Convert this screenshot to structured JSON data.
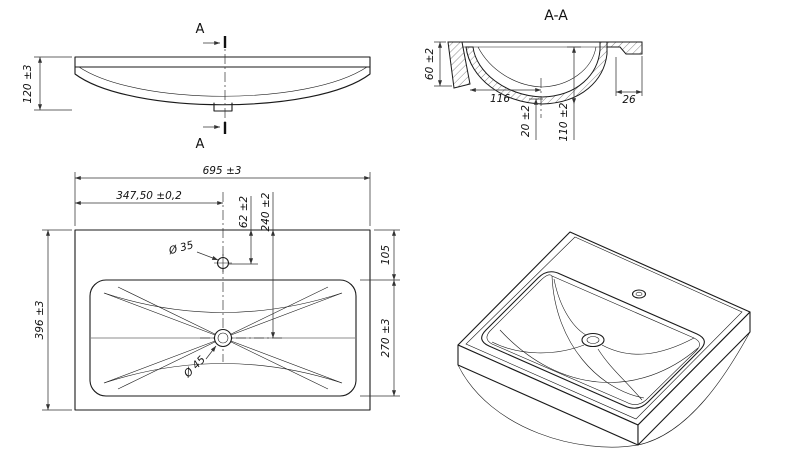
{
  "colors": {
    "ink": "#1a1a1a",
    "background": "#ffffff"
  },
  "front": {
    "label_a_top": "A",
    "label_a_bottom": "A",
    "dim_height": "120 ±3"
  },
  "section": {
    "title": "A-A",
    "dim_depth": "60 ±2",
    "dim_floor": "116",
    "dim_edge": "26",
    "dim_wall": "20 ±2",
    "dim_bowl": "110 ±2"
  },
  "plan": {
    "dim_width": "695 ±3",
    "dim_center": "347,50 ±0,2",
    "dim_faucet_offset": "62 ±2",
    "dim_drain_offset": "240 ±2",
    "faucet_diameter": "Ø 35",
    "dim_deck": "105",
    "dim_depth": "396 ±3",
    "dim_basin": "270 ±3",
    "drain_diameter": "Ø 45"
  }
}
